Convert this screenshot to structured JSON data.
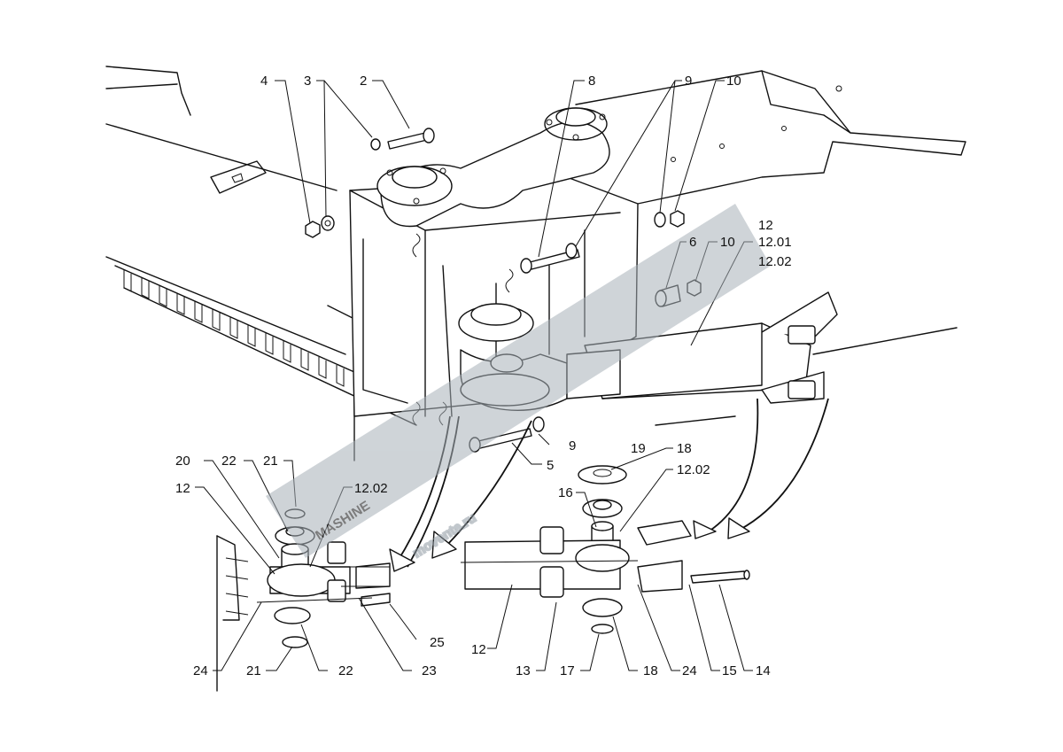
{
  "callouts": [
    {
      "id": "c4",
      "text": "4"
    },
    {
      "id": "c3",
      "text": "3"
    },
    {
      "id": "c2",
      "text": "2"
    },
    {
      "id": "c8",
      "text": "8"
    },
    {
      "id": "c9a",
      "text": "9"
    },
    {
      "id": "c10a",
      "text": "10"
    },
    {
      "id": "c6",
      "text": "6"
    },
    {
      "id": "c10b",
      "text": "10"
    },
    {
      "id": "c12a",
      "text": "12"
    },
    {
      "id": "c1201",
      "text": "12.01"
    },
    {
      "id": "c1202a",
      "text": "12.02"
    },
    {
      "id": "c9b",
      "text": "9"
    },
    {
      "id": "c5",
      "text": "5"
    },
    {
      "id": "c19",
      "text": "19"
    },
    {
      "id": "c18a",
      "text": "18"
    },
    {
      "id": "c1202b",
      "text": "12.02"
    },
    {
      "id": "c16",
      "text": "16"
    },
    {
      "id": "c20",
      "text": "20"
    },
    {
      "id": "c22a",
      "text": "22"
    },
    {
      "id": "c21a",
      "text": "21"
    },
    {
      "id": "c12b",
      "text": "12"
    },
    {
      "id": "c1202c",
      "text": "12.02"
    },
    {
      "id": "c25",
      "text": "25"
    },
    {
      "id": "c12c",
      "text": "12"
    },
    {
      "id": "c24a",
      "text": "24"
    },
    {
      "id": "c21b",
      "text": "21"
    },
    {
      "id": "c22b",
      "text": "22"
    },
    {
      "id": "c23",
      "text": "23"
    },
    {
      "id": "c13",
      "text": "13"
    },
    {
      "id": "c17",
      "text": "17"
    },
    {
      "id": "c18b",
      "text": "18"
    },
    {
      "id": "c24b",
      "text": "24"
    },
    {
      "id": "c15",
      "text": "15"
    },
    {
      "id": "c14",
      "text": "14"
    }
  ],
  "watermark": {
    "brand": "MASHINE",
    "domain": "movente.ru",
    "color": "#9aa4ad"
  }
}
